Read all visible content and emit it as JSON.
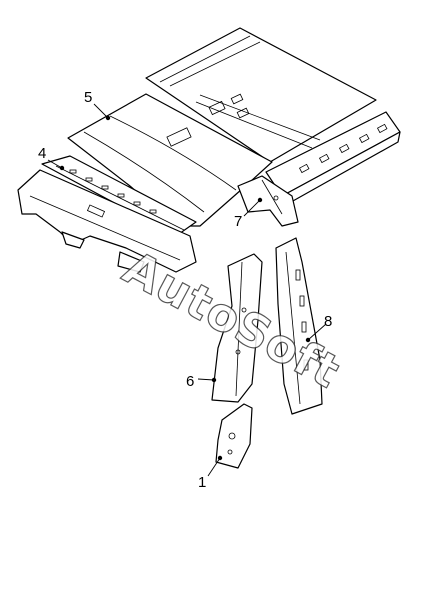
{
  "diagram": {
    "callouts": [
      {
        "id": "part-1",
        "label": "1"
      },
      {
        "id": "part-4",
        "label": "4"
      },
      {
        "id": "part-5",
        "label": "5"
      },
      {
        "id": "part-6",
        "label": "6"
      },
      {
        "id": "part-7",
        "label": "7"
      },
      {
        "id": "part-8",
        "label": "8"
      }
    ],
    "watermark": "AutoSoft"
  }
}
